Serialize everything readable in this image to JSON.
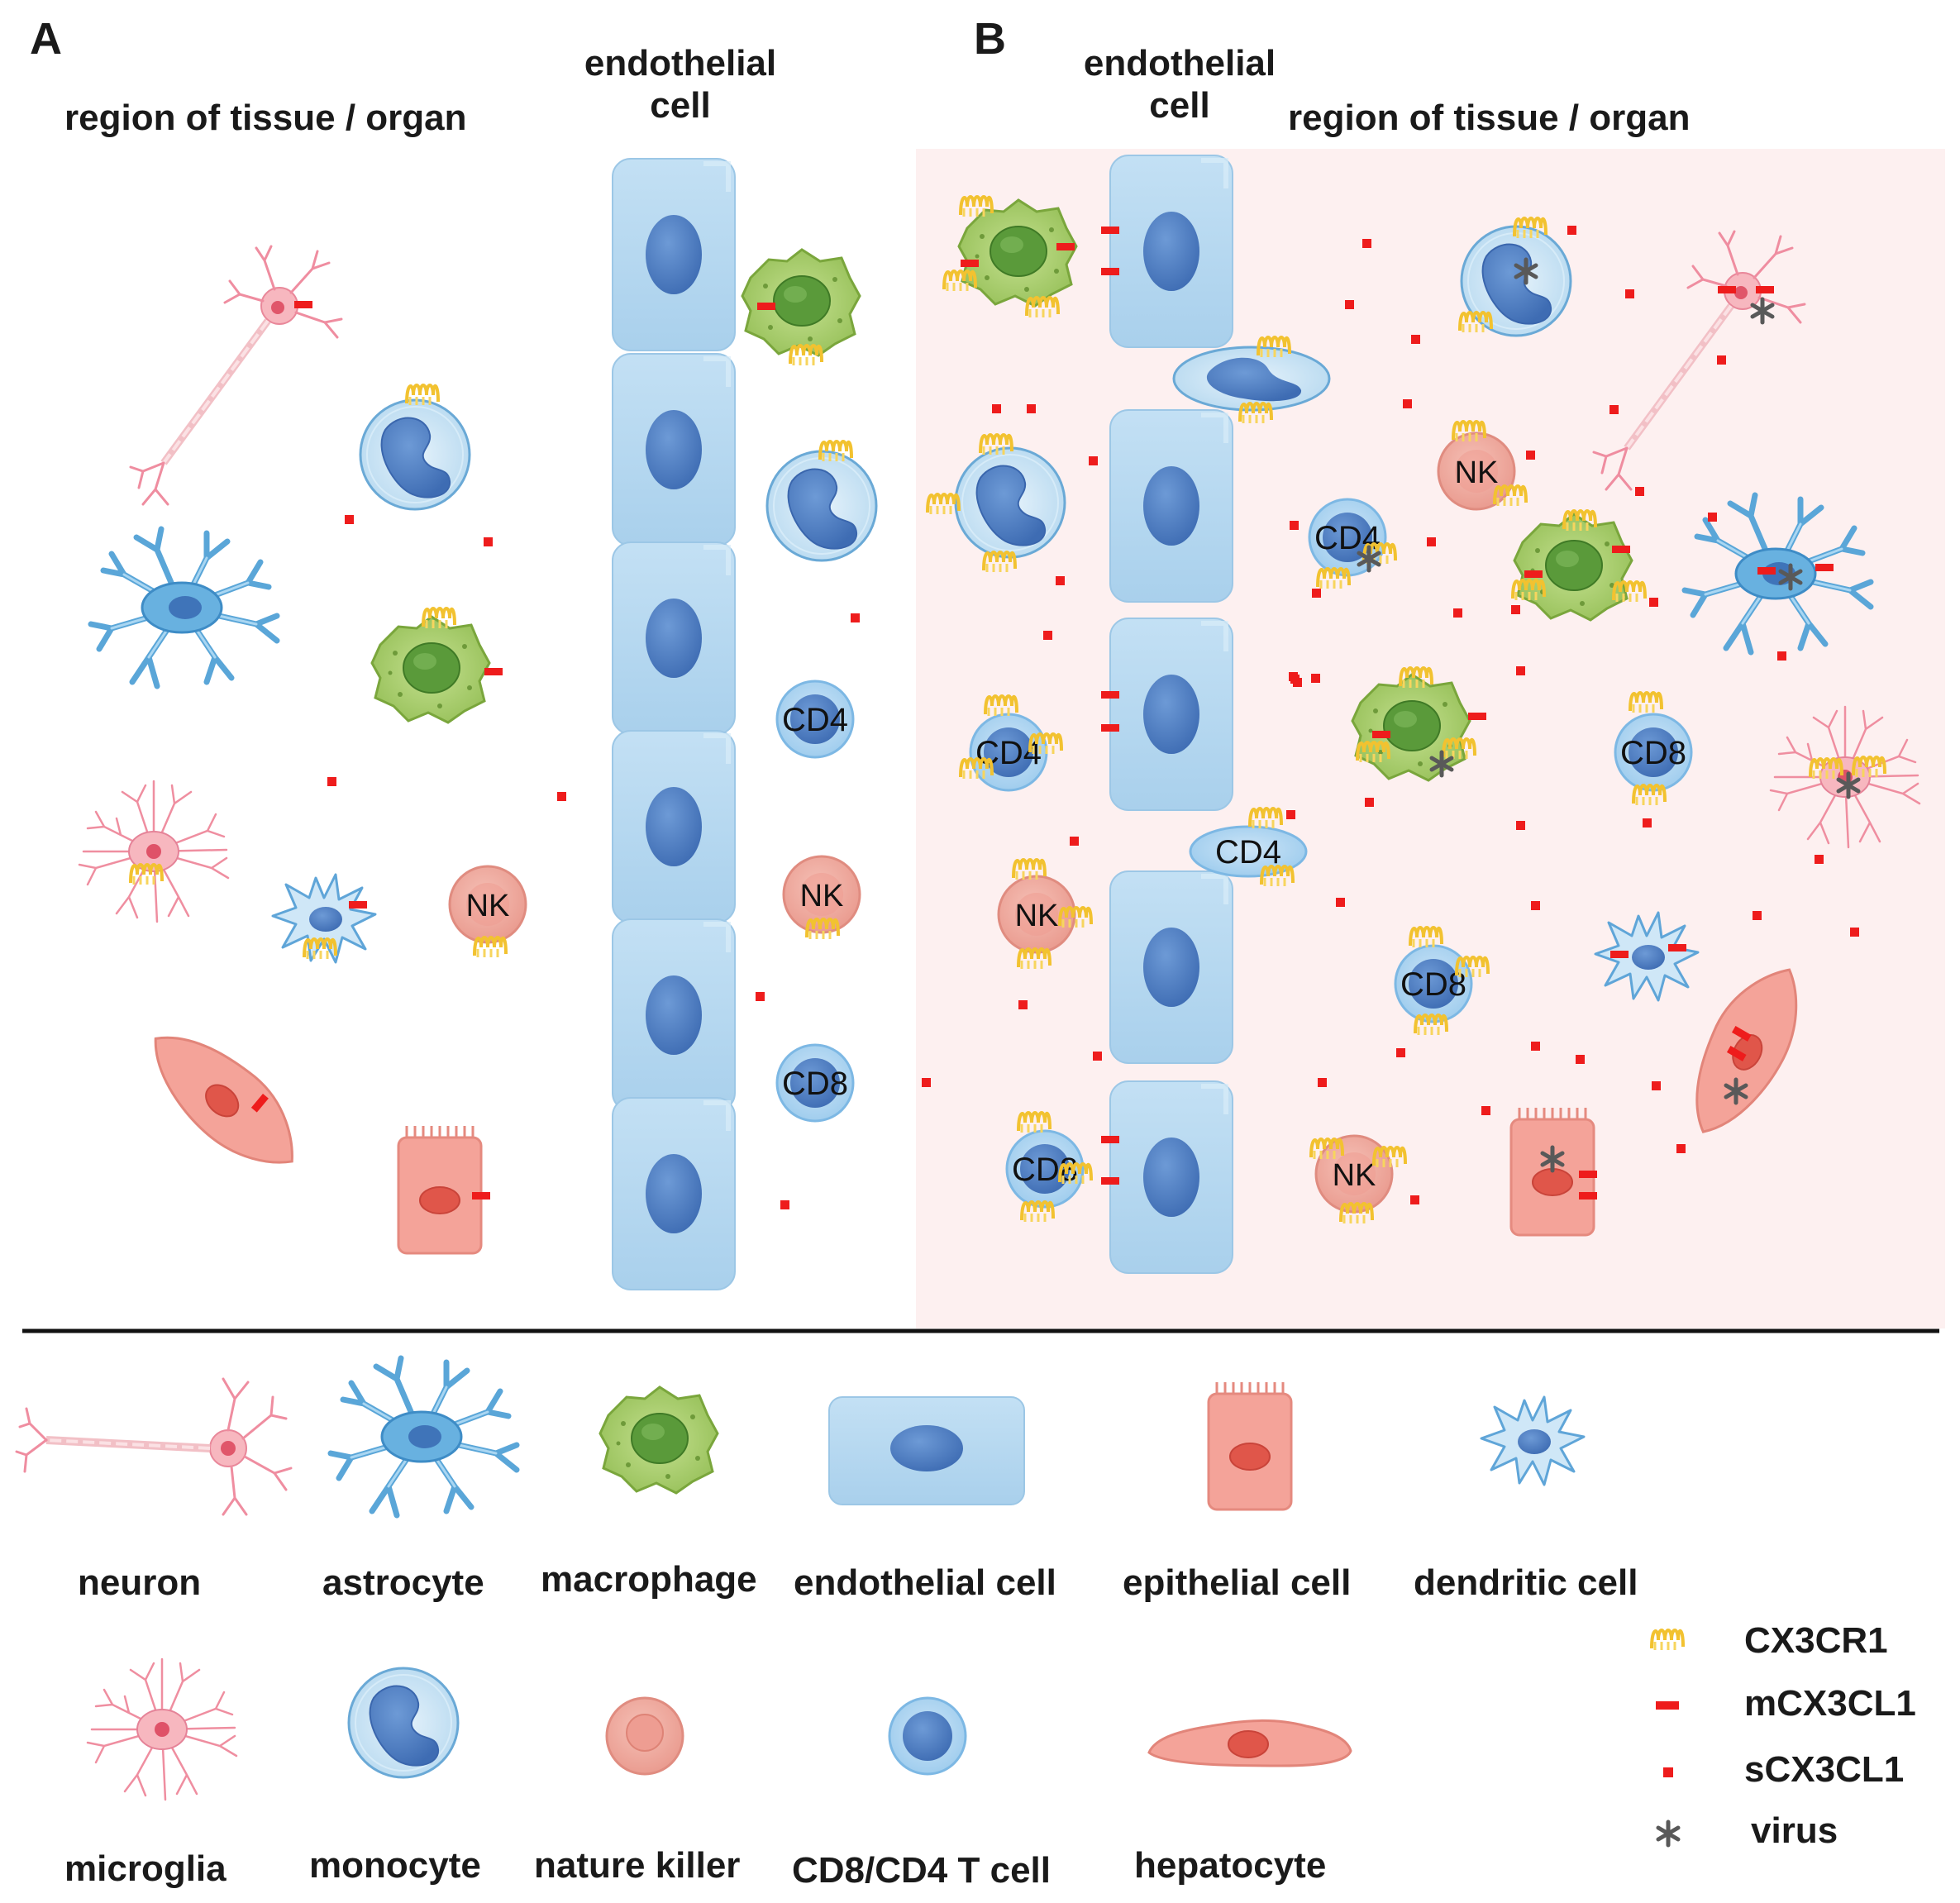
{
  "panel_a": {
    "letter": "A",
    "region_label": "region of  tissue / organ",
    "endothelial_label_line1": "endothelial",
    "endothelial_label_line2": "cell"
  },
  "panel_b": {
    "letter": "B",
    "region_label": "region of  tissue / organ",
    "endothelial_label_line1": "endothelial",
    "endothelial_label_line2": "cell"
  },
  "cell_badges": {
    "cd4": "CD4",
    "cd8": "CD8",
    "nk": "NK"
  },
  "cell_types": [
    {
      "name": "neuron",
      "icon": "neuron-icon"
    },
    {
      "name": "astrocyte",
      "icon": "astrocyte-icon"
    },
    {
      "name": "macrophage",
      "icon": "macrophage-icon"
    },
    {
      "name": "endothelial cell",
      "icon": "endothelial-cell-icon"
    },
    {
      "name": "epithelial cell",
      "icon": "epithelial-cell-icon"
    },
    {
      "name": "dendritic cell",
      "icon": "dendritic-cell-icon"
    },
    {
      "name": "microglia",
      "icon": "microglia-icon"
    },
    {
      "name": "monocyte",
      "icon": "monocyte-icon"
    },
    {
      "name": "nature killer",
      "icon": "nk-cell-icon"
    },
    {
      "name": "CD8/CD4 T cell",
      "icon": "t-cell-icon"
    },
    {
      "name": "hepatocyte",
      "icon": "hepatocyte-icon"
    }
  ],
  "symbol_key": [
    {
      "label": "CX3CR1",
      "icon": "cx3cr1-receptor-icon",
      "color": "#f2c230"
    },
    {
      "label": "mCX3CL1",
      "icon": "membrane-cx3cl1-icon",
      "color": "#ee1c1c"
    },
    {
      "label": "sCX3CL1",
      "icon": "soluble-cx3cl1-icon",
      "color": "#ee1c1c"
    },
    {
      "label": "virus",
      "icon": "virus-asterisk-icon",
      "color": "#595959"
    }
  ],
  "colors": {
    "inflamed_background": "#fdf0f0",
    "endothelium": "#b3d6ef",
    "nucleus_blue": "#4f7fc4",
    "macrophage_green": "#a9cf6e",
    "pink_cell": "#f4a399",
    "chemokine_red": "#ee1c1c",
    "receptor_yellow": "#f2c230"
  }
}
